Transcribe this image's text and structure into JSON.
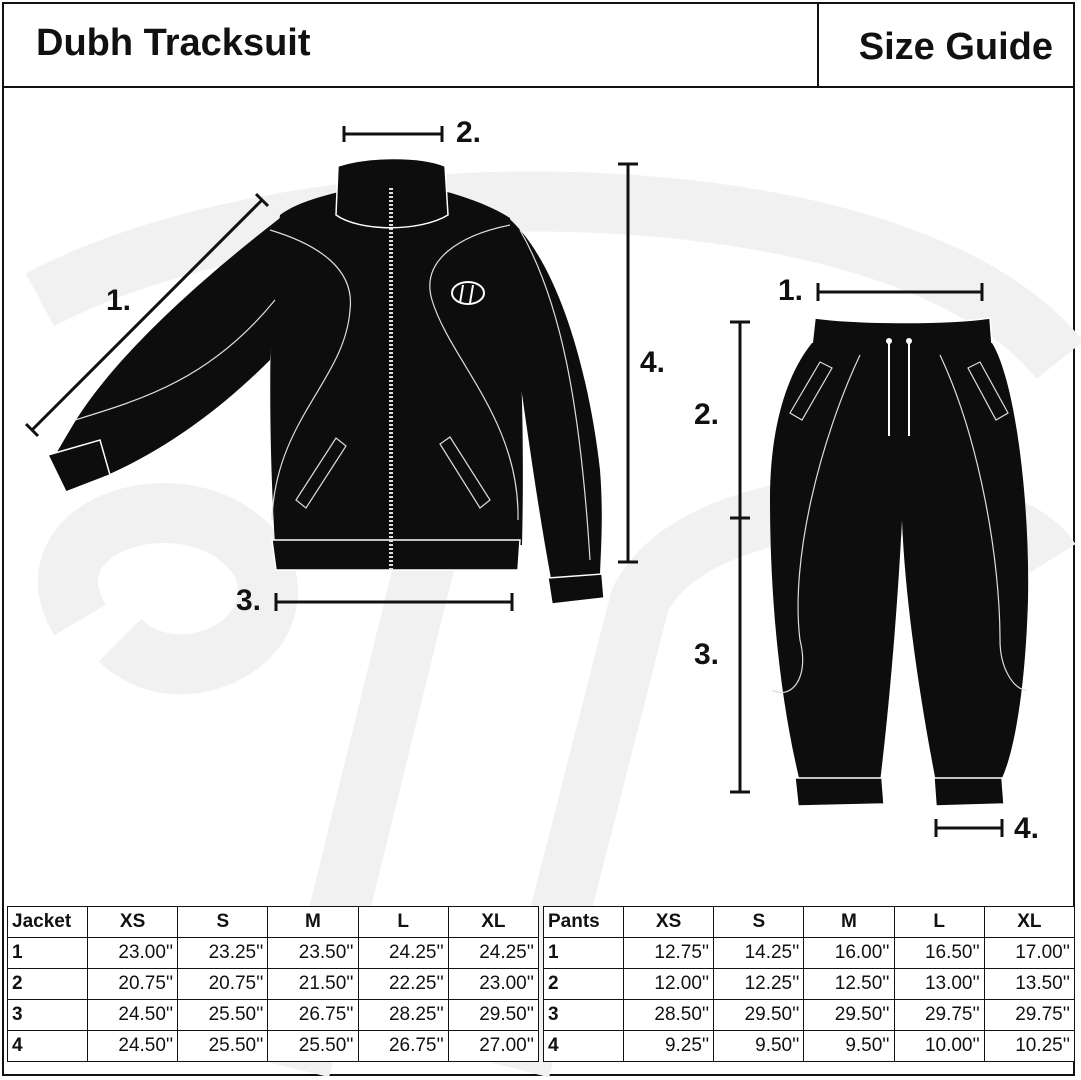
{
  "header": {
    "title": "Dubh Tracksuit",
    "guide_label": "Size Guide"
  },
  "jacket_labels": {
    "l1": "1.",
    "l2": "2.",
    "l3": "3.",
    "l4": "4."
  },
  "pants_labels": {
    "l1": "1.",
    "l2": "2.",
    "l3": "3.",
    "l4": "4."
  },
  "icons": [
    "jacket-illustration",
    "pants-illustration",
    "logo-watermark",
    "chest-logo-icon"
  ],
  "jacket_table": {
    "headers": [
      "Jacket",
      "XS",
      "S",
      "M",
      "L",
      "XL"
    ],
    "rows": [
      [
        "1",
        "23.00''",
        "23.25''",
        "23.50''",
        "24.25''",
        "24.25''"
      ],
      [
        "2",
        "20.75''",
        "20.75''",
        "21.50''",
        "22.25''",
        "23.00''"
      ],
      [
        "3",
        "24.50''",
        "25.50''",
        "26.75''",
        "28.25''",
        "29.50''"
      ],
      [
        "4",
        "24.50''",
        "25.50''",
        "25.50''",
        "26.75''",
        "27.00''"
      ]
    ]
  },
  "pants_table": {
    "headers": [
      "Pants",
      "XS",
      "S",
      "M",
      "L",
      "XL"
    ],
    "rows": [
      [
        "1",
        "12.75''",
        "14.25''",
        "16.00''",
        "16.50''",
        "17.00''"
      ],
      [
        "2",
        "12.00''",
        "12.25''",
        "12.50''",
        "13.00''",
        "13.50''"
      ],
      [
        "3",
        "28.50''",
        "29.50''",
        "29.50''",
        "29.75''",
        "29.75''"
      ],
      [
        "4",
        "9.25''",
        "9.50''",
        "9.50''",
        "10.00''",
        "10.25''"
      ]
    ]
  }
}
